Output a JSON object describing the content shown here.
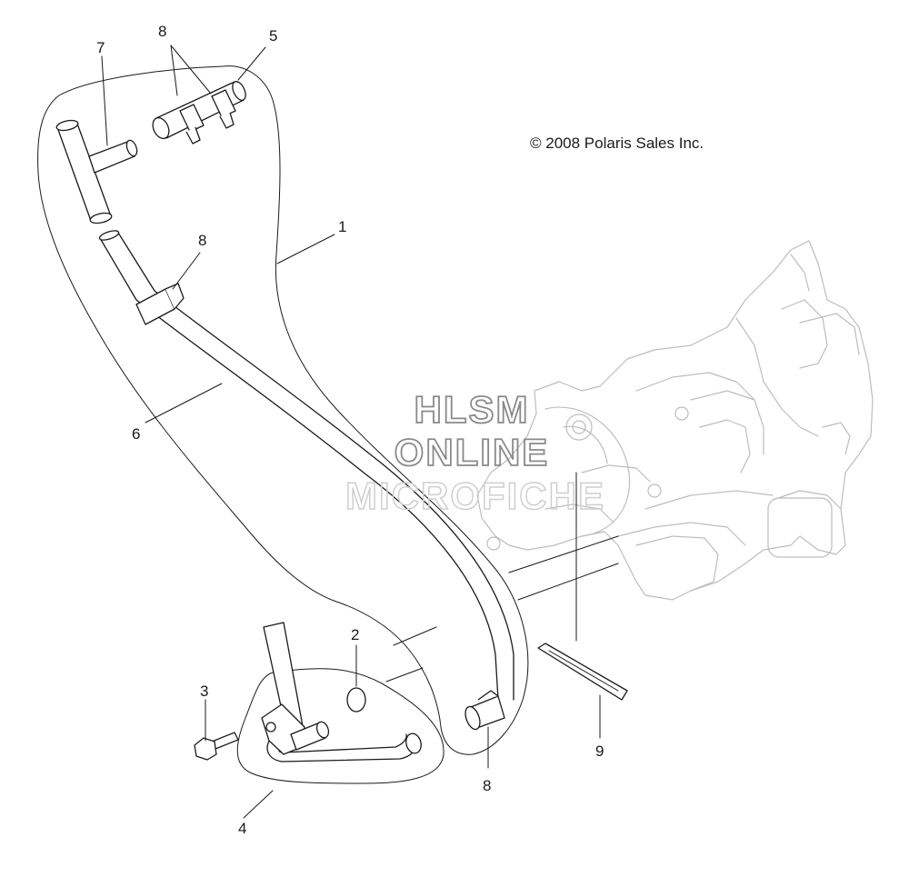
{
  "copyright": "© 2008 Polaris Sales Inc.",
  "watermark": {
    "line1": "HLSM",
    "line2": "ONLINE",
    "line3": "MICROFICHE"
  },
  "callouts": {
    "c1": "1",
    "c2": "2",
    "c3": "3",
    "c4": "4",
    "c5": "5",
    "c6": "6",
    "c7": "7",
    "c8a": "8",
    "c8b": "8",
    "c8c": "8",
    "c9": "9"
  },
  "colors": {
    "line": "#1a1a1a",
    "engine": "#bdbdbd",
    "watermark": "#9a9a9a"
  }
}
